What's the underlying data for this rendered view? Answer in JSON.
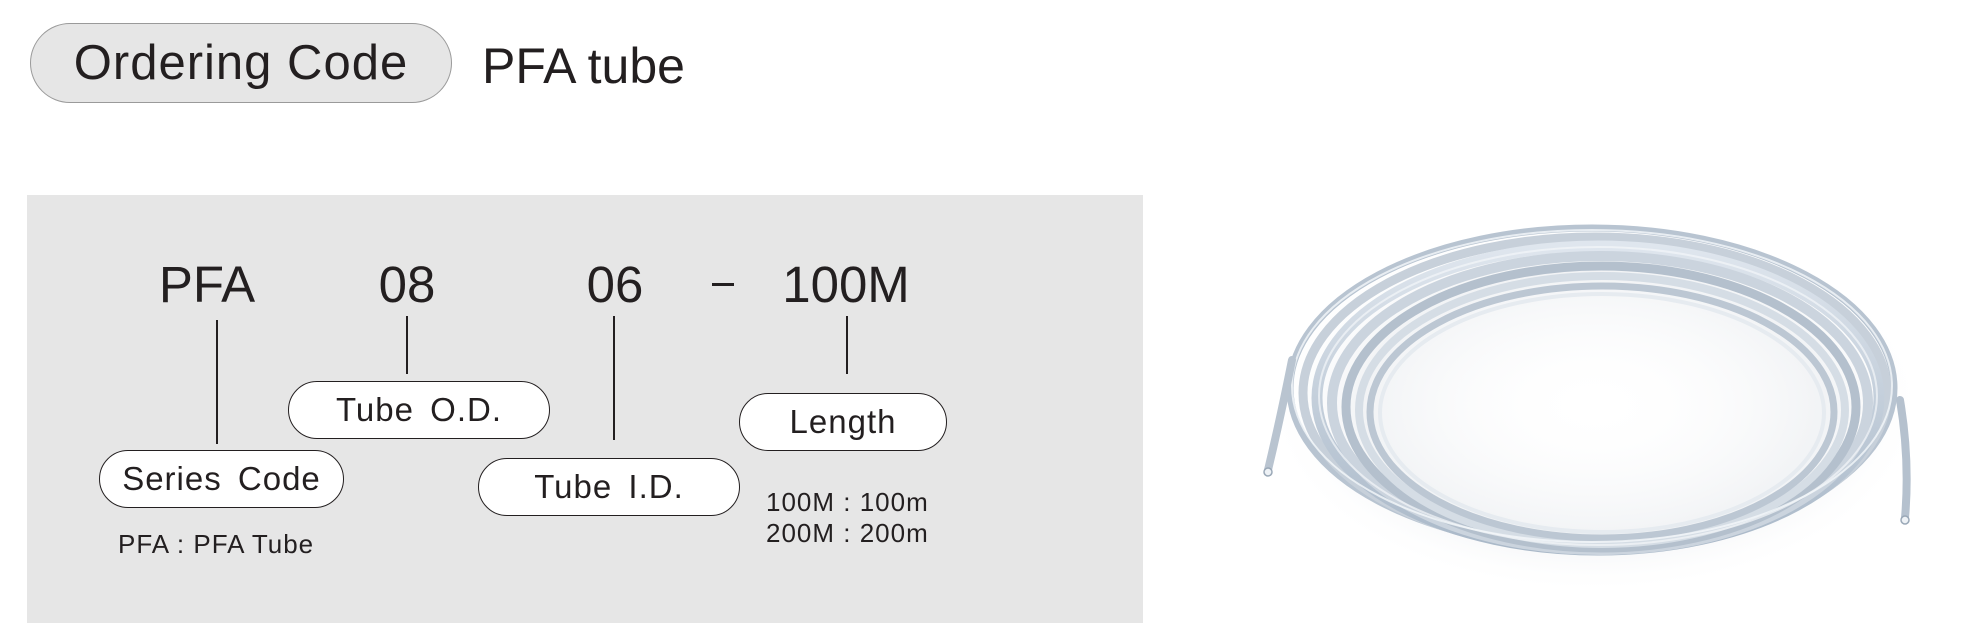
{
  "header": {
    "badge_label": "Ordering Code",
    "subtitle": "PFA tube"
  },
  "ordering_code": {
    "segments": {
      "series": "PFA",
      "od": "08",
      "id": "06",
      "separator": "-",
      "length": "100M"
    },
    "labels": {
      "series": "Series  Code",
      "od": "Tube  O.D.",
      "id": "Tube  I.D.",
      "length": "Length"
    },
    "notes": {
      "series": [
        "PFA : PFA  Tube"
      ],
      "length": [
        "100M : 100m",
        "200M : 200m"
      ]
    }
  },
  "product_image": {
    "icon": "coiled-tube-photo"
  },
  "colors": {
    "panel": "#e6e6e6",
    "text": "#231f20",
    "tube": "#c9d3df"
  }
}
